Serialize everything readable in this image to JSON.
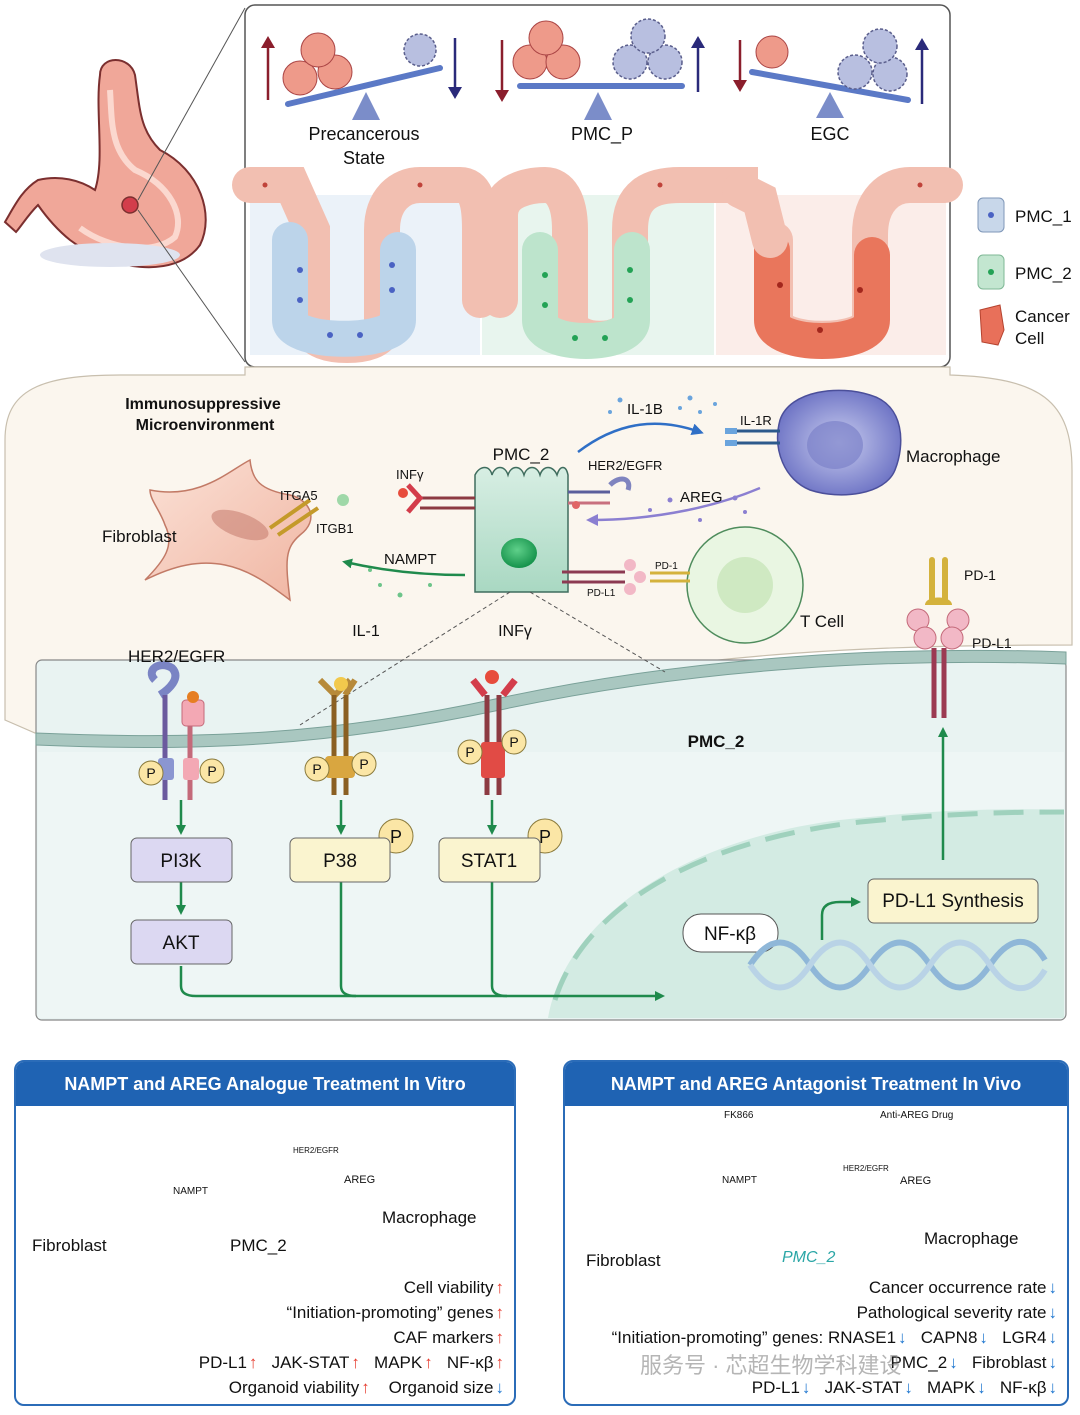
{
  "top_panel": {
    "states": [
      {
        "label_line1": "Precancerous",
        "label_line2": "State"
      },
      {
        "label_line1": "PMC_P",
        "label_line2": ""
      },
      {
        "label_line1": "EGC",
        "label_line2": ""
      }
    ],
    "legend": [
      {
        "label": "PMC_1",
        "color": "#b9cde3"
      },
      {
        "label": "PMC_2",
        "color": "#bfe3cc"
      },
      {
        "label_line1": "Cancer",
        "label_line2": "Cell",
        "color": "#e8705a"
      }
    ]
  },
  "middle_panel": {
    "env_title_line1": "Immunosuppressive",
    "env_title_line2": "Microenvironment",
    "cell_center": "PMC_2",
    "labels": {
      "il1b": "IL-1B",
      "il1r": "IL-1R",
      "macrophage": "Macrophage",
      "her2egfr_small": "HER2/EGFR",
      "areg": "AREG",
      "infy_small": "INFγ",
      "itga5": "ITGA5",
      "itgb1": "ITGB1",
      "fibroblast": "Fibroblast",
      "nampt": "NAMPT",
      "pd1_small": "PD-1",
      "pdl1_small": "PD-L1",
      "tcell": "T Cell",
      "pd1": "PD-1",
      "pdl1": "PD-L1"
    },
    "pathway": {
      "her2egfr": "HER2/EGFR",
      "il1": "IL-1",
      "infy": "INFγ",
      "membrane_cell": "PMC_2",
      "p": "P",
      "pi3k": "PI3K",
      "akt": "AKT",
      "p38": "P38",
      "stat1": "STAT1",
      "nfkb": "NF-κβ",
      "pdl1_synthesis": "PD-L1 Synthesis"
    }
  },
  "invitro": {
    "title": "NAMPT and AREG Analogue Treatment In Vitro",
    "labels": {
      "fibroblast": "Fibroblast",
      "pmc2": "PMC_2",
      "macrophage": "Macrophage",
      "nampt": "NAMPT",
      "areg": "AREG",
      "her2egfr": "HER2/EGFR"
    },
    "results": [
      {
        "text": "Cell viability",
        "arrow": "↑"
      },
      {
        "text": "“Initiation-promoting” genes",
        "arrow": "↑"
      },
      {
        "text": "CAF markers",
        "arrow": "↑"
      }
    ],
    "markers": [
      {
        "text": "PD-L1",
        "arrow": "↑"
      },
      {
        "text": "JAK-STAT",
        "arrow": "↑"
      },
      {
        "text": "MAPK",
        "arrow": "↑"
      },
      {
        "text": "NF-κβ",
        "arrow": "↑"
      }
    ],
    "organoid": [
      {
        "text": "Organoid viability",
        "arrow": "↑"
      },
      {
        "text": "Organoid size",
        "arrow": "↓"
      }
    ]
  },
  "invivo": {
    "title": "NAMPT and AREG Antagonist Treatment In Vivo",
    "labels": {
      "fibroblast": "Fibroblast",
      "pmc2": "PMC_2",
      "macrophage": "Macrophage",
      "fk866": "FK866",
      "anti_areg": "Anti-AREG Drug",
      "nampt": "NAMPT",
      "areg": "AREG",
      "her2egfr": "HER2/EGFR"
    },
    "results": [
      {
        "text": "Cancer occurrence rate",
        "arrow": "↓"
      },
      {
        "text": "Pathological severity rate",
        "arrow": "↓"
      }
    ],
    "genes_label": "“Initiation-promoting” genes:",
    "genes": [
      {
        "text": "RNASE1",
        "arrow": "↓"
      },
      {
        "text": "CAPN8",
        "arrow": "↓"
      },
      {
        "text": "LGR4",
        "arrow": "↓"
      }
    ],
    "genes2": [
      {
        "text": "PMC_2",
        "arrow": "↓"
      },
      {
        "text": "Fibroblast",
        "arrow": "↓"
      }
    ],
    "markers": [
      {
        "text": "PD-L1",
        "arrow": "↓"
      },
      {
        "text": "JAK-STAT",
        "arrow": "↓"
      },
      {
        "text": "MAPK",
        "arrow": "↓"
      },
      {
        "text": "NF-κβ",
        "arrow": "↓"
      }
    ]
  },
  "watermark": "服务号 · 芯超生物学科建设"
}
